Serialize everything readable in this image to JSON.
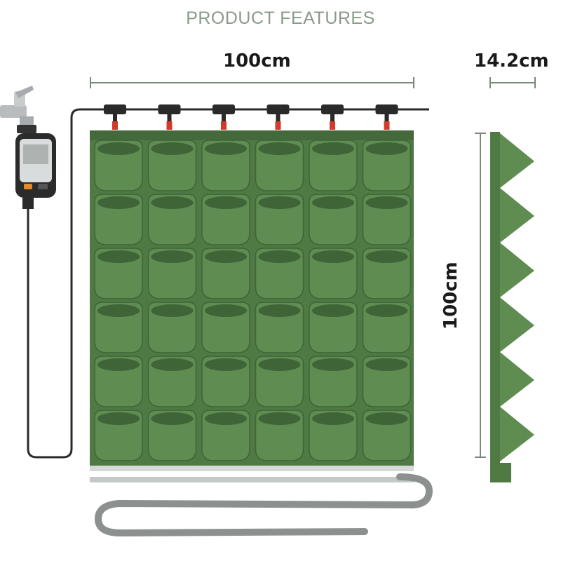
{
  "header": {
    "title": "PRODUCT FEATURES"
  },
  "dimensions": {
    "width_label": "100cm",
    "depth_label": "14.2cm",
    "height_label": "100cm"
  },
  "planter": {
    "rows": 6,
    "columns": 6,
    "emitters": 6,
    "colors": {
      "planter_green": "#4f7a44",
      "pot_light": "#5e8c51",
      "pot_dark": "#3f6437",
      "pipe": "#2a2a2a",
      "drain_hose": "#8c9190",
      "emitter_red": "#d23a2a",
      "measure_line": "#7a8a7a"
    }
  },
  "icons": [
    "water-faucet-icon",
    "irrigation-timer-icon"
  ]
}
